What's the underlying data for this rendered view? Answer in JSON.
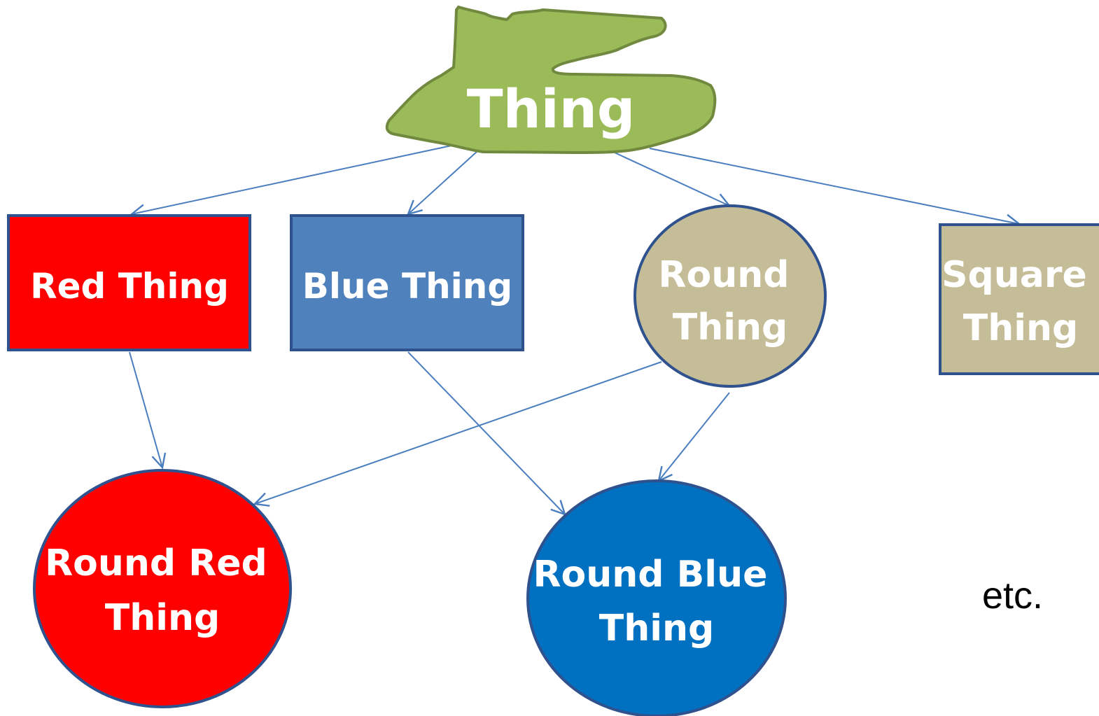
{
  "nodes": {
    "thing": {
      "lines": [
        "Thing"
      ],
      "color": "#9bbb59",
      "border": "#71893f"
    },
    "red_thing": {
      "lines": [
        "Red Thing"
      ],
      "color": "#ff0000",
      "border": "#2f528f"
    },
    "blue_thing": {
      "lines": [
        "Blue Thing"
      ],
      "color": "#4f81bd",
      "border": "#2f528f"
    },
    "round_thing": {
      "lines": [
        "Round",
        "Thing"
      ],
      "color": "#c4bd97",
      "border": "#2f528f"
    },
    "square_thing": {
      "lines": [
        "Square",
        "Thing"
      ],
      "color": "#c4bd97",
      "border": "#2f528f"
    },
    "round_red_thing": {
      "lines": [
        "Round Red",
        "Thing"
      ],
      "color": "#ff0000",
      "border": "#2f528f"
    },
    "round_blue_thing": {
      "lines": [
        "Round Blue",
        "Thing"
      ],
      "color": "#0070c0",
      "border": "#2f528f"
    }
  },
  "edges": [
    {
      "from": "thing",
      "to": "red_thing"
    },
    {
      "from": "thing",
      "to": "blue_thing"
    },
    {
      "from": "thing",
      "to": "round_thing"
    },
    {
      "from": "thing",
      "to": "square_thing"
    },
    {
      "from": "red_thing",
      "to": "round_red_thing"
    },
    {
      "from": "round_thing",
      "to": "round_red_thing"
    },
    {
      "from": "blue_thing",
      "to": "round_blue_thing"
    },
    {
      "from": "round_thing",
      "to": "round_blue_thing"
    }
  ],
  "etc_label": "etc.",
  "edge_color": "#4a7ebf"
}
